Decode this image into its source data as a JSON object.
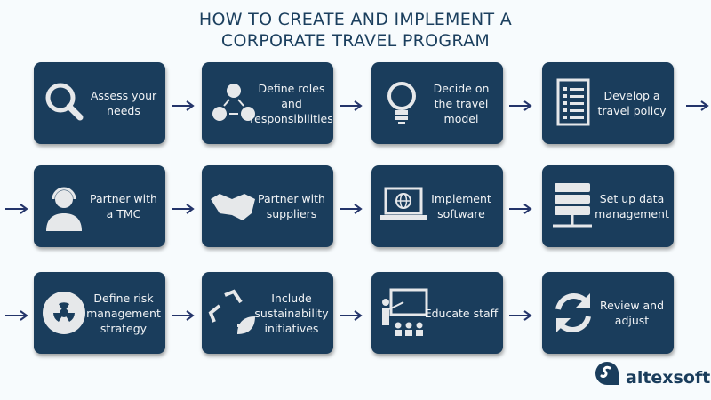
{
  "title_lines": [
    "HOW TO CREATE AND IMPLEMENT A",
    "CORPORATE TRAVEL PROGRAM"
  ],
  "steps": [
    {
      "label": "Assess your needs",
      "icon": "magnifier-icon"
    },
    {
      "label": "Define roles and responsibilities",
      "icon": "people-network-icon"
    },
    {
      "label": "Decide on the travel model",
      "icon": "lightbulb-icon"
    },
    {
      "label": "Develop a travel policy",
      "icon": "checklist-icon"
    },
    {
      "label": "Partner with a TMC",
      "icon": "headset-agent-icon"
    },
    {
      "label": "Partner with suppliers",
      "icon": "handshake-icon"
    },
    {
      "label": "Implement software",
      "icon": "laptop-globe-icon"
    },
    {
      "label": "Set up data management",
      "icon": "server-icon"
    },
    {
      "label": "Define risk management strategy",
      "icon": "radiation-icon"
    },
    {
      "label": "Include sustainability initiatives",
      "icon": "recycle-leaf-icon"
    },
    {
      "label": "Educate staff",
      "icon": "teacher-board-icon"
    },
    {
      "label": "Review and adjust",
      "icon": "refresh-icon"
    }
  ],
  "logo": "altexsoft",
  "colors": {
    "box": "#1a3d5c",
    "title": "#1b3f5e",
    "icon": "#e6e8ea",
    "arrow": "#23346a"
  }
}
